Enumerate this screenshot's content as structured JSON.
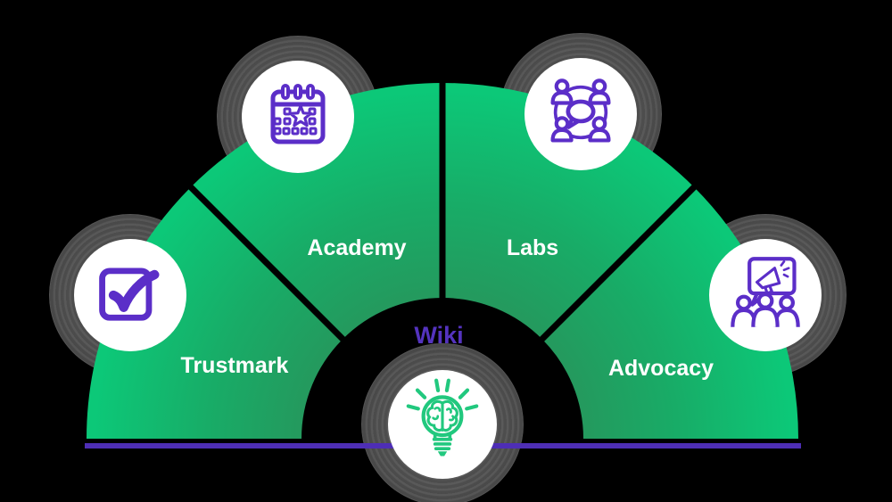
{
  "diagram": {
    "background_color": "#000000",
    "center": {
      "label": "Wiki",
      "icon": "lightbulb-brain-icon",
      "label_color": "#5433BE"
    },
    "segments": [
      {
        "label": "Trustmark",
        "icon": "checkbox-check-icon"
      },
      {
        "label": "Academy",
        "icon": "calendar-event-icon"
      },
      {
        "label": "Labs",
        "icon": "community-discussion-icon"
      },
      {
        "label": "Advocacy",
        "icon": "megaphone-audience-icon"
      }
    ],
    "colors": {
      "wedge_green_outer": "#0CC878",
      "wedge_green_inner": "#25985D",
      "icon_purple": "#5B2EC8",
      "baseline_purple": "#4E2EB5",
      "badge_ring_gray": "#4A4A4A",
      "badge_fill_white": "#FFFFFF",
      "label_white": "#FFFFFF",
      "icon_green": "#21C87E"
    }
  }
}
